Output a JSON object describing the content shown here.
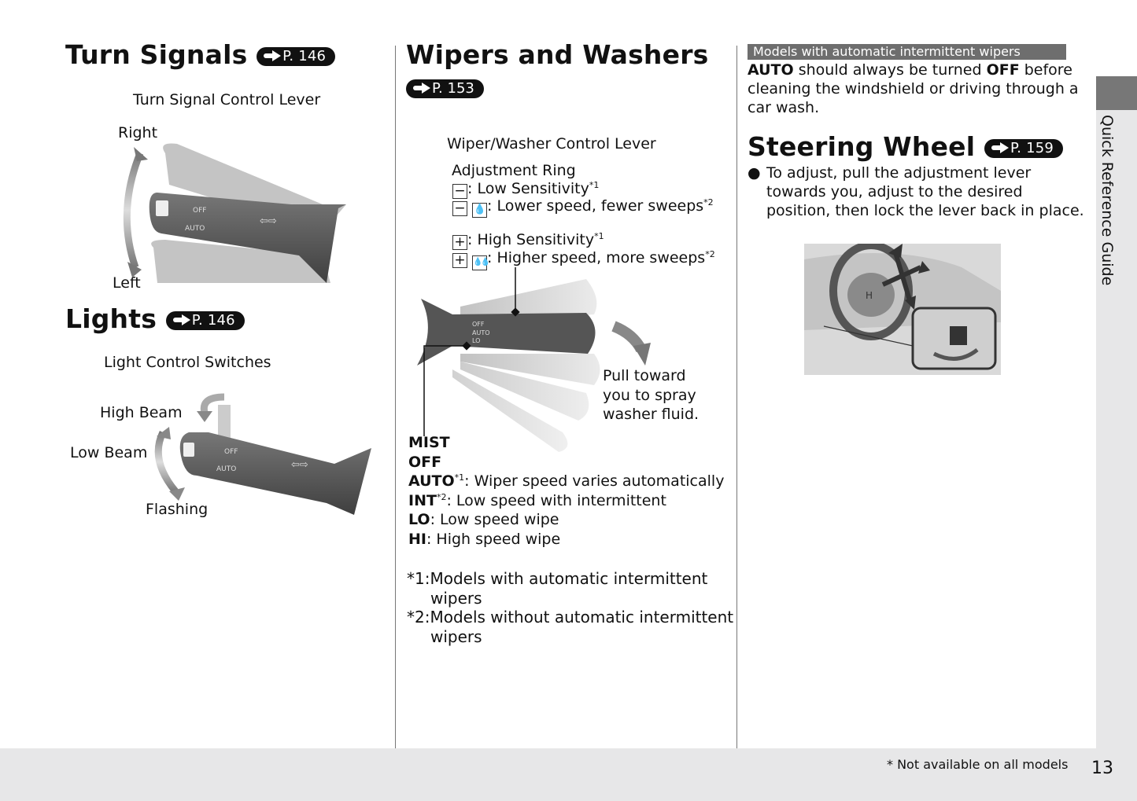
{
  "turn_signals": {
    "title": "Turn Signals",
    "ref": "P. 146",
    "lever_caption": "Turn Signal Control Lever",
    "right_label": "Right",
    "left_label": "Left"
  },
  "lights": {
    "title": "Lights",
    "ref": "P. 146",
    "caption": "Light Control Switches",
    "high_beam": "High Beam",
    "low_beam": "Low Beam",
    "flashing": "Flashing"
  },
  "wipers": {
    "title": "Wipers and Washers",
    "ref": "P. 153",
    "lever_caption": "Wiper/Washer Control Lever",
    "ring_title": "Adjustment Ring",
    "ring_items": [
      {
        "symbol": "−",
        "text": ": Low Sensitivity",
        "note": "*1"
      },
      {
        "symbol": "−",
        "text": ": Lower speed, fewer sweeps",
        "note": "*2"
      },
      {
        "symbol": "+",
        "text": ": High Sensitivity",
        "note": "*1"
      },
      {
        "symbol": "+",
        "text": ": Higher speed, more sweeps",
        "note": "*2"
      }
    ],
    "pull_text": [
      "Pull toward",
      "you to spray",
      "washer fluid."
    ],
    "positions": [
      {
        "key": "MIST",
        "note": "",
        "desc": ""
      },
      {
        "key": "OFF",
        "note": "",
        "desc": ""
      },
      {
        "key": "AUTO",
        "note": "*1",
        "desc": ": Wiper speed varies automatically"
      },
      {
        "key": "INT",
        "note": "*2",
        "desc": ": Low speed with intermittent"
      },
      {
        "key": "LO",
        "note": "",
        "desc": ": Low speed wipe"
      },
      {
        "key": "HI",
        "note": "",
        "desc": ": High speed wipe"
      }
    ],
    "footnotes": [
      {
        "mark": "*1:",
        "lines": [
          "Models with automatic intermittent",
          "wipers"
        ]
      },
      {
        "mark": "*2:",
        "lines": [
          "Models without automatic intermittent",
          "wipers"
        ]
      }
    ]
  },
  "auto_note": {
    "banner": "Models with automatic intermittent wipers",
    "bold1": "AUTO",
    "text1": " should always be turned ",
    "bold2": "OFF",
    "text2": " before",
    "line2": "cleaning the windshield or driving through a",
    "line3": "car wash."
  },
  "steering": {
    "title": "Steering Wheel",
    "ref": "P. 159",
    "bullet": [
      "To adjust, pull the adjustment lever",
      "towards you, adjust to the desired",
      "position, then lock the lever back in place."
    ]
  },
  "side_tab": "Quick Reference Guide",
  "footer": {
    "note": "* Not available on all models",
    "page": "13"
  }
}
